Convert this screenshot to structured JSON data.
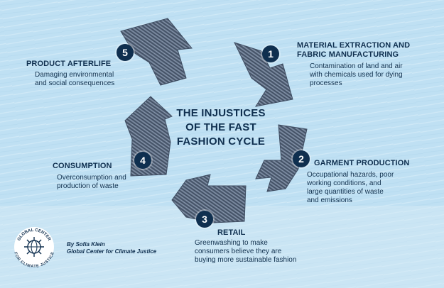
{
  "title_lines": [
    "THE INJUSTICES",
    "OF THE FAST",
    "FASHION CYCLE"
  ],
  "stages": [
    {
      "number": "1",
      "title_lines": [
        "MATERIAL EXTRACTION AND",
        "FABRIC MANUFACTURING"
      ],
      "desc_lines": [
        "Contamination of land and air",
        "with chemicals used for dying",
        "processes"
      ]
    },
    {
      "number": "2",
      "title_lines": [
        "GARMENT PRODUCTION"
      ],
      "desc_lines": [
        "Occupational hazards, poor",
        "working conditions, and",
        "large quantities of waste",
        "and emissions"
      ]
    },
    {
      "number": "3",
      "title_lines": [
        "RETAIL"
      ],
      "desc_lines": [
        "Greenwashing to make",
        "consumers believe they are",
        "buying more sustainable fashion"
      ]
    },
    {
      "number": "4",
      "title_lines": [
        "CONSUMPTION"
      ],
      "desc_lines": [
        "Overconsumption and",
        "production of waste"
      ]
    },
    {
      "number": "5",
      "title_lines": [
        "PRODUCT AFTERLIFE"
      ],
      "desc_lines": [
        "Damaging environmental",
        "and social consequences"
      ]
    }
  ],
  "credit": {
    "by": "By Sofia Klein",
    "org": "Global Center for Climate Justice"
  },
  "logo": {
    "text_top": "GLOBAL CENTER",
    "text_bottom": "FOR CLIMATE JUSTICE",
    "icon": "globe-sun-icon"
  },
  "colors": {
    "background": "#bfe0f3",
    "navy": "#0f2f4f",
    "denim": "#5e6c80"
  }
}
